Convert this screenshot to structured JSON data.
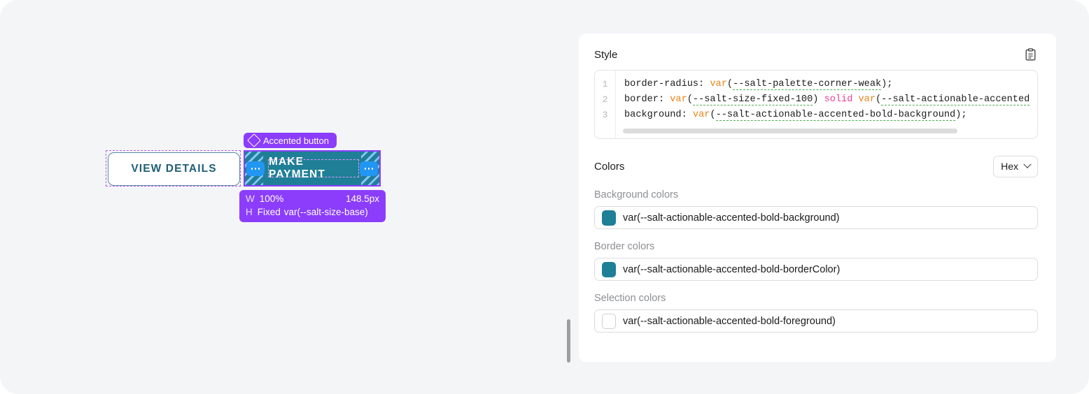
{
  "canvas": {
    "background": "#f4f5f7"
  },
  "preview": {
    "view_details_button": {
      "label": "VIEW DETAILS",
      "text_color": "#1f5f73",
      "border_color": "#5b8ca6"
    },
    "selected_component": {
      "badge_label": "Accented button",
      "badge_icon": "diamond-icon",
      "badge_color": "#8b3dfb",
      "button_label": "MAKE PAYMENT",
      "button_background": "#1f7f96",
      "outline_color": "#8b3dfb",
      "handle_icon": "ellipsis-handle-icon"
    },
    "size_tooltip": {
      "width_key": "W",
      "width_mode": "100%",
      "width_value": "148.5px",
      "height_key": "H",
      "height_mode": "Fixed",
      "height_value": "var(--salt-size-base)",
      "background": "#8b3dfb"
    }
  },
  "panel": {
    "style": {
      "title": "Style",
      "copy_icon": "clipboard-icon",
      "line_numbers": [
        "1",
        "2",
        "3"
      ],
      "code": [
        {
          "prop": "border-radius: ",
          "fn": "var",
          "open": "(",
          "token": "--salt-palette-corner-weak",
          "close": ");"
        },
        {
          "prop": "border: ",
          "fn": "var",
          "open": "(",
          "token": "--salt-size-fixed-100",
          "close": ") ",
          "keyword": "solid",
          "fn2": " var",
          "open2": "(",
          "token2": "--salt-actionable-accented"
        },
        {
          "prop": "background: ",
          "fn": "var",
          "open": "(",
          "token": "--salt-actionable-accented-bold-background",
          "close": ");"
        }
      ]
    },
    "colors": {
      "title": "Colors",
      "format_select": {
        "value": "Hex",
        "icon": "chevron-down-icon"
      },
      "groups": [
        {
          "label": "Background colors",
          "swatch_color": "#1f7f96",
          "swatch_empty": false,
          "value": "var(--salt-actionable-accented-bold-background)"
        },
        {
          "label": "Border colors",
          "swatch_color": "#1f7f96",
          "swatch_empty": false,
          "value": "var(--salt-actionable-accented-bold-borderColor)"
        },
        {
          "label": "Selection colors",
          "swatch_color": "#ffffff",
          "swatch_empty": true,
          "value": "var(--salt-actionable-accented-bold-foreground)"
        }
      ]
    }
  }
}
